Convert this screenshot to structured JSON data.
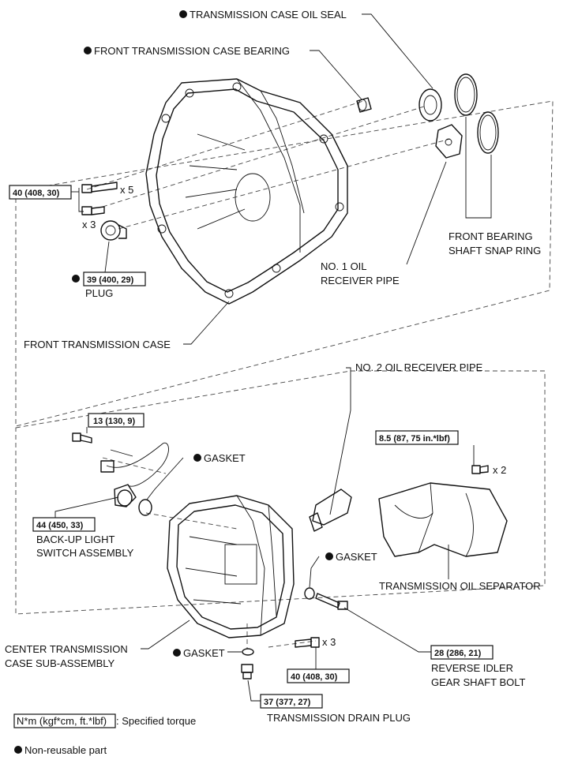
{
  "labels": {
    "oil_seal": "TRANSMISSION CASE OIL SEAL",
    "front_bearing": "FRONT TRANSMISSION CASE BEARING",
    "x5": "x 5",
    "x3_top": "x 3",
    "front_snap_1": "FRONT BEARING",
    "front_snap_2": "SHAFT SNAP RING",
    "no1_pipe_1": "NO. 1 OIL",
    "no1_pipe_2": "RECEIVER PIPE",
    "plug": "PLUG",
    "front_case": "FRONT TRANSMISSION CASE",
    "no2_pipe": "NO. 2 OIL RECEIVER PIPE",
    "gasket_top": "GASKET",
    "x2": "x 2",
    "backup_1": "BACK-UP LIGHT",
    "backup_2": "SWITCH ASSEMBLY",
    "gasket_mid": "GASKET",
    "separator": "TRANSMISSION OIL SEPARATOR",
    "center_case_1": "CENTER TRANSMISSION",
    "center_case_2": "CASE SUB-ASSEMBLY",
    "gasket_bottom": "GASKET",
    "x3_bottom": "x 3",
    "reverse_1": "REVERSE IDLER",
    "reverse_2": "GEAR SHAFT BOLT",
    "drain_plug": "TRANSMISSION DRAIN PLUG"
  },
  "torques": {
    "t_40_top": "40 (408, 30)",
    "t_39": "39 (400, 29)",
    "t_13": "13 (130, 9)",
    "t_85": "8.5 (87, 75 in.*lbf)",
    "t_44": "44 (450, 33)",
    "t_28": "28 (286, 21)",
    "t_40_bottom": "40 (408, 30)",
    "t_37": "37 (377, 27)"
  },
  "legend": {
    "torque_unit": "N*m (kgf*cm, ft.*lbf)",
    "torque_desc": ": Specified torque",
    "non_reusable": "Non-reusable part"
  }
}
